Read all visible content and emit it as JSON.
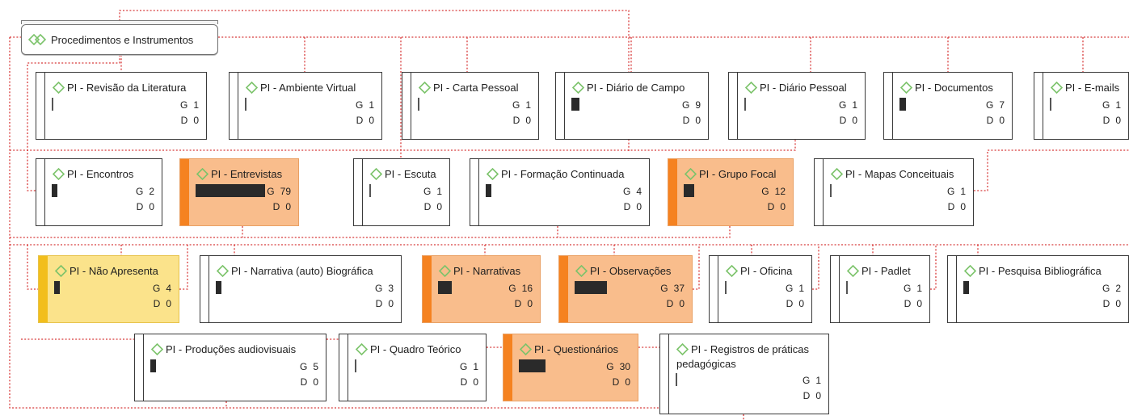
{
  "root": {
    "label": "Procedimentos e Instrumentos",
    "icon": "green-double-diamond-icon"
  },
  "labels": {
    "g": "G",
    "d": "D"
  },
  "colors": {
    "connector": "#d83b3b",
    "node_icon": "#7cc36b",
    "highlight_orange_fill": "#f9bd8c",
    "highlight_orange_stripe": "#f58220",
    "highlight_yellow_fill": "#fbe38b",
    "highlight_yellow_stripe": "#f2be1c",
    "density_bar": "#2a2a2a"
  },
  "codes": [
    {
      "label": "PI - Revisão da Literatura",
      "g": 1,
      "d": 0,
      "highlight": "none"
    },
    {
      "label": "PI - Ambiente Virtual",
      "g": 1,
      "d": 0,
      "highlight": "none"
    },
    {
      "label": "PI - Carta Pessoal",
      "g": 1,
      "d": 0,
      "highlight": "none"
    },
    {
      "label": "PI - Diário de Campo",
      "g": 9,
      "d": 0,
      "highlight": "none"
    },
    {
      "label": "PI - Diário Pessoal",
      "g": 1,
      "d": 0,
      "highlight": "none"
    },
    {
      "label": "PI - Documentos",
      "g": 7,
      "d": 0,
      "highlight": "none"
    },
    {
      "label": "PI - E-mails",
      "g": 1,
      "d": 0,
      "highlight": "none"
    },
    {
      "label": "PI - Encontros",
      "g": 2,
      "d": 0,
      "highlight": "none"
    },
    {
      "label": "PI - Entrevistas",
      "g": 79,
      "d": 0,
      "highlight": "orange"
    },
    {
      "label": "PI - Escuta",
      "g": 1,
      "d": 0,
      "highlight": "none"
    },
    {
      "label": "PI - Formação Continuada",
      "g": 4,
      "d": 0,
      "highlight": "none"
    },
    {
      "label": "PI - Grupo Focal",
      "g": 12,
      "d": 0,
      "highlight": "orange"
    },
    {
      "label": "PI - Mapas Conceituais",
      "g": 1,
      "d": 0,
      "highlight": "none"
    },
    {
      "label": "PI - Não Apresenta",
      "g": 4,
      "d": 0,
      "highlight": "yellow"
    },
    {
      "label": "PI - Narrativa (auto) Biográfica",
      "g": 3,
      "d": 0,
      "highlight": "none"
    },
    {
      "label": "PI - Narrativas",
      "g": 16,
      "d": 0,
      "highlight": "orange"
    },
    {
      "label": "PI - Observações",
      "g": 37,
      "d": 0,
      "highlight": "orange"
    },
    {
      "label": "PI - Oficina",
      "g": 1,
      "d": 0,
      "highlight": "none"
    },
    {
      "label": "PI - Padlet",
      "g": 1,
      "d": 0,
      "highlight": "none"
    },
    {
      "label": "PI - Pesquisa Bibliográfica",
      "g": 2,
      "d": 0,
      "highlight": "none"
    },
    {
      "label": "PI - Produções audiovisuais",
      "g": 5,
      "d": 0,
      "highlight": "none"
    },
    {
      "label": "PI - Quadro Teórico",
      "g": 1,
      "d": 0,
      "highlight": "none"
    },
    {
      "label": "PI - Questionários",
      "g": 30,
      "d": 0,
      "highlight": "orange"
    },
    {
      "label": "PI - Registros de práticas pedagógicas",
      "g": 1,
      "d": 0,
      "highlight": "none"
    }
  ]
}
